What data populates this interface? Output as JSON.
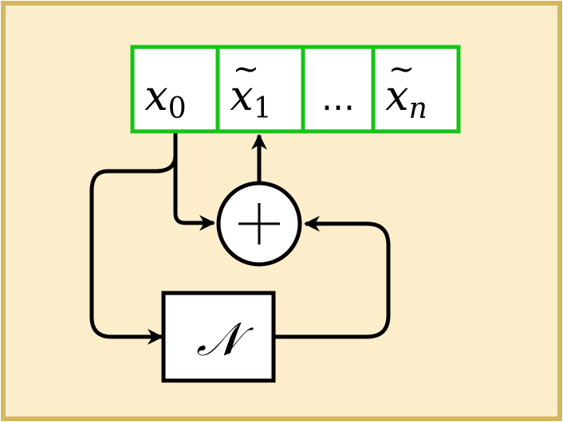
{
  "colors": {
    "background": "#fdeecb",
    "frame": "#d4b760",
    "cell_border": "#15c415",
    "cell_fill": "#ffffff",
    "stroke": "#000000"
  },
  "cells": [
    {
      "base": "x",
      "tilde": false,
      "sub": "0"
    },
    {
      "base": "x",
      "tilde": true,
      "sub": "1"
    },
    {
      "base": "...",
      "tilde": false,
      "sub": ""
    },
    {
      "base": "x",
      "tilde": true,
      "sub": "n"
    }
  ],
  "adder": {
    "symbol": "+"
  },
  "network": {
    "label": "𝒩"
  }
}
